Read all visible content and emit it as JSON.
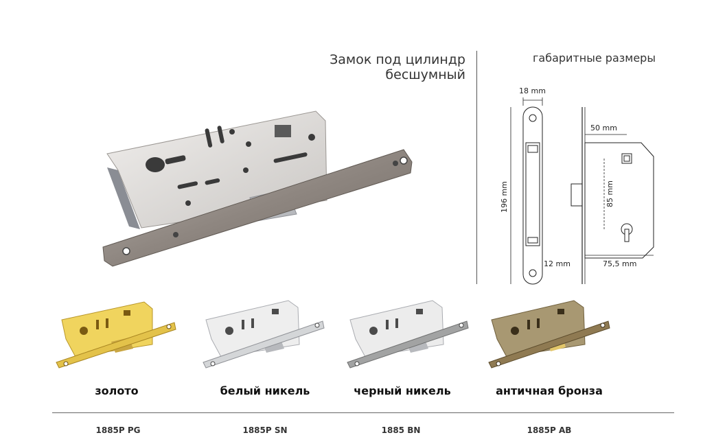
{
  "title": {
    "line1": "Замок под цилиндр",
    "line2": "бесшумный"
  },
  "dimensions": {
    "heading": "габаритные размеры",
    "faceplate_width": "18 mm",
    "faceplate_height": "196 mm",
    "backset": "50 mm",
    "center_distance": "85 mm",
    "bottom_offset": "12 mm",
    "body_depth": "75,5 mm"
  },
  "variants": [
    {
      "label": "золото",
      "code": "1885P PG",
      "color": "#e3c24a"
    },
    {
      "label": "белый никель",
      "code": "1885P SN",
      "color": "#d4d6d8"
    },
    {
      "label": "черный никель",
      "code": "1885 BN",
      "color": "#a2a3a3"
    },
    {
      "label": "античная бронза",
      "code": "1885P AB",
      "color": "#8f7a52"
    }
  ]
}
